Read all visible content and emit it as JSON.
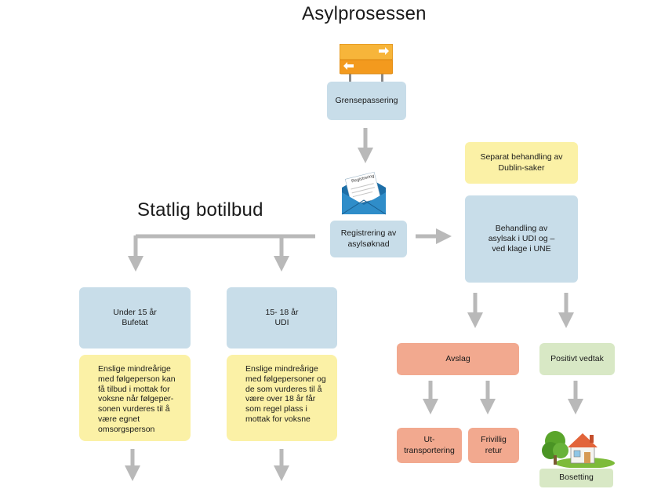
{
  "titles": {
    "main": "Asylprosessen",
    "housing": "Statlig botilbud"
  },
  "process": {
    "border_crossing": "Grensepassering",
    "registration": "Registrering av asylsøknad",
    "envelope_label": "Registrering",
    "dublin": "Separat behandling av Dublin-saker",
    "processing": "Behandling av asylsak i UDI og – ved klage i UNE",
    "rejection": "Avslag",
    "positive": "Positivt vedtak",
    "deportation": "Ut-transportering",
    "voluntary_return": "Frivillig retur",
    "settlement": "Bosetting"
  },
  "housing": {
    "under15": {
      "line1": "Under 15 år",
      "line2": "Bufetat"
    },
    "age15_18": {
      "line1": "15- 18 år",
      "line2": "UDI"
    },
    "note_under15": "Enslige mindreårige med følgeperson kan få tilbud i mottak for voksne når følgeper-sonen vurderes til å være egnet omsorgsperson",
    "note_15_18": "Enslige mindreårige med følgepersoner og de som vurderes til å være over 18 år får som regel plass i mottak for voksne"
  },
  "colors": {
    "blue_box": "#c8dde9",
    "yellow_box": "#fbf1a6",
    "salmon_box": "#f2a98f",
    "green_box": "#d8e8c5",
    "arrow": "#b9b9b9",
    "sign_orange": "#f39a1e"
  },
  "icons": [
    "road-sign-icon",
    "envelope-icon",
    "house-icon"
  ]
}
